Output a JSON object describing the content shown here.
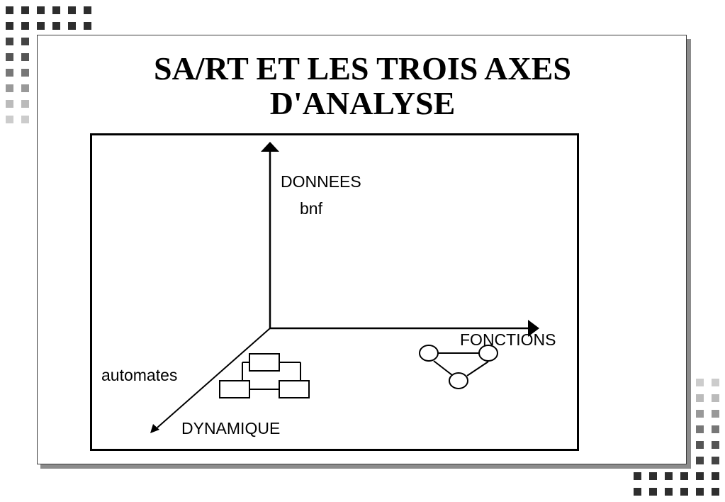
{
  "slide": {
    "title_line1": "SA/RT ET LES TROIS AXES",
    "title_line2": "D'ANALYSE"
  },
  "diagram": {
    "axis_vertical_label": "DONNEES",
    "axis_vertical_sublabel": "bnf",
    "axis_horizontal_label": "FONCTIONS",
    "axis_diagonal_label": "DYNAMIQUE",
    "axis_diagonal_sublabel": "automates",
    "icons": {
      "hierarchy": "box-hierarchy-icon",
      "graph": "circle-graph-icon"
    }
  },
  "colors": {
    "ink": "#000000",
    "shadow": "#8c8c8c",
    "decor_dark": "#444444",
    "decor_light": "#bbbbbb"
  }
}
